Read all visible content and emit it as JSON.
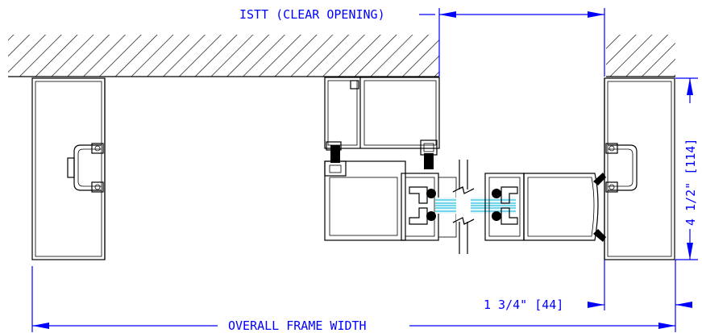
{
  "drawing": {
    "dimensions": {
      "clear_opening": "ISTT (CLEAR OPENING)",
      "overall_width": "OVERALL FRAME WIDTH",
      "sash_width": "1 3/4\" [44]",
      "frame_depth": "4 1/2\" [114]"
    },
    "colors": {
      "dimension": "#0000ff",
      "section": "#000000",
      "glazing": "#00b5d8",
      "background": "#ffffff"
    }
  }
}
